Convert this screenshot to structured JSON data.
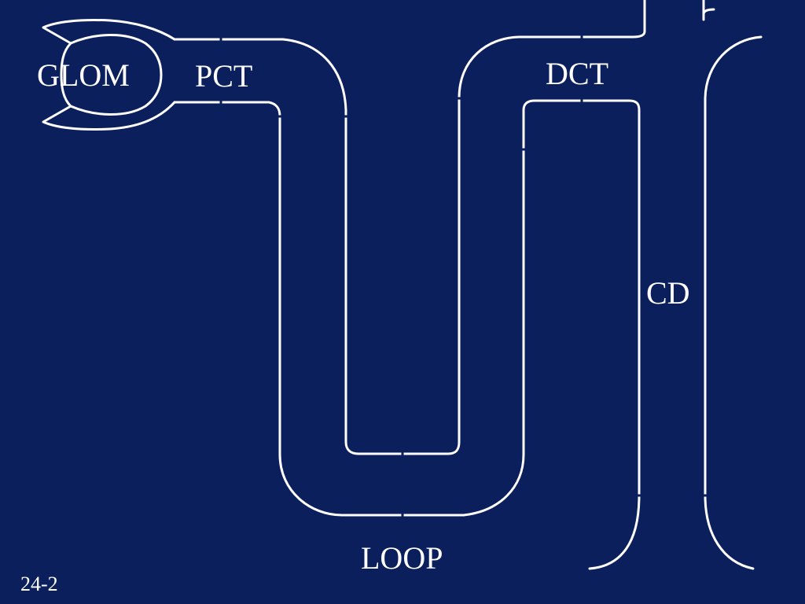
{
  "diagram": {
    "labels": {
      "glomerulus": "GLOM",
      "proximal_tubule": "PCT",
      "distal_tubule": "DCT",
      "collecting_duct": "CD",
      "loop": "LOOP"
    },
    "slide_number": "24-2"
  },
  "colors": {
    "background": "#0a1f5c",
    "line": "#ffffff",
    "text": "#ffffff"
  }
}
